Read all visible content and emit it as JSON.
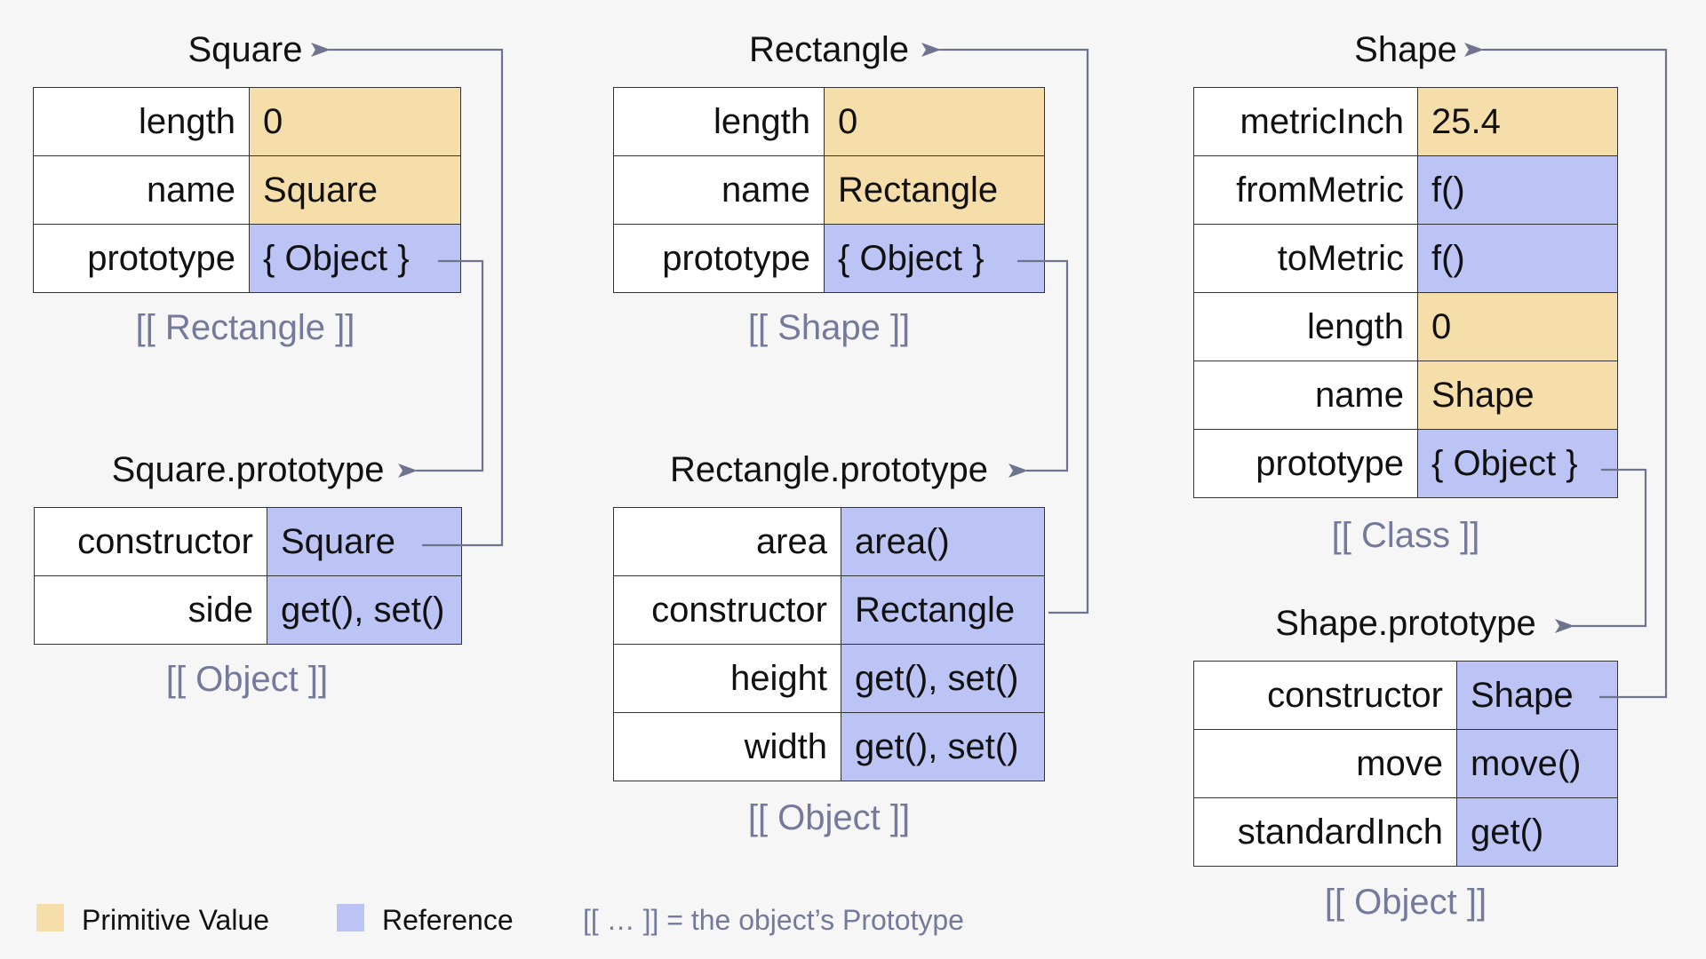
{
  "colors": {
    "primitive": "#f6deaa",
    "reference": "#bcc4f6",
    "proto_text": "#737a9b",
    "arrow": "#6f748e"
  },
  "objects": {
    "square": {
      "title": "Square",
      "rows": [
        {
          "key": "length",
          "value": "0",
          "kind": "primitive"
        },
        {
          "key": "name",
          "value": "Square",
          "kind": "primitive"
        },
        {
          "key": "prototype",
          "value": "{ Object }",
          "kind": "reference"
        }
      ],
      "proto": "[[ Rectangle ]]"
    },
    "square_proto": {
      "title": "Square.prototype",
      "rows": [
        {
          "key": "constructor",
          "value": "Square",
          "kind": "reference"
        },
        {
          "key": "side",
          "value": "get(), set()",
          "kind": "reference"
        }
      ],
      "proto": "[[ Object ]]"
    },
    "rectangle": {
      "title": "Rectangle",
      "rows": [
        {
          "key": "length",
          "value": "0",
          "kind": "primitive"
        },
        {
          "key": "name",
          "value": "Rectangle",
          "kind": "primitive"
        },
        {
          "key": "prototype",
          "value": "{ Object }",
          "kind": "reference"
        }
      ],
      "proto": "[[ Shape ]]"
    },
    "rectangle_proto": {
      "title": "Rectangle.prototype",
      "rows": [
        {
          "key": "area",
          "value": "area()",
          "kind": "reference"
        },
        {
          "key": "constructor",
          "value": "Rectangle",
          "kind": "reference"
        },
        {
          "key": "height",
          "value": "get(), set()",
          "kind": "reference"
        },
        {
          "key": "width",
          "value": "get(), set()",
          "kind": "reference"
        }
      ],
      "proto": "[[ Object ]]"
    },
    "shape": {
      "title": "Shape",
      "rows": [
        {
          "key": "metricInch",
          "value": "25.4",
          "kind": "primitive"
        },
        {
          "key": "fromMetric",
          "value": "f()",
          "kind": "reference"
        },
        {
          "key": "toMetric",
          "value": "f()",
          "kind": "reference"
        },
        {
          "key": "length",
          "value": "0",
          "kind": "primitive"
        },
        {
          "key": "name",
          "value": "Shape",
          "kind": "primitive"
        },
        {
          "key": "prototype",
          "value": "{ Object }",
          "kind": "reference"
        }
      ],
      "proto": "[[ Class ]]"
    },
    "shape_proto": {
      "title": "Shape.prototype",
      "rows": [
        {
          "key": "constructor",
          "value": "Shape",
          "kind": "reference"
        },
        {
          "key": "move",
          "value": "move()",
          "kind": "reference"
        },
        {
          "key": "standardInch",
          "value": "get()",
          "kind": "reference"
        }
      ],
      "proto": "[[ Object ]]"
    }
  },
  "legend": {
    "primitive": "Primitive Value",
    "reference": "Reference",
    "note": "[[ … ]] = the object’s Prototype"
  }
}
